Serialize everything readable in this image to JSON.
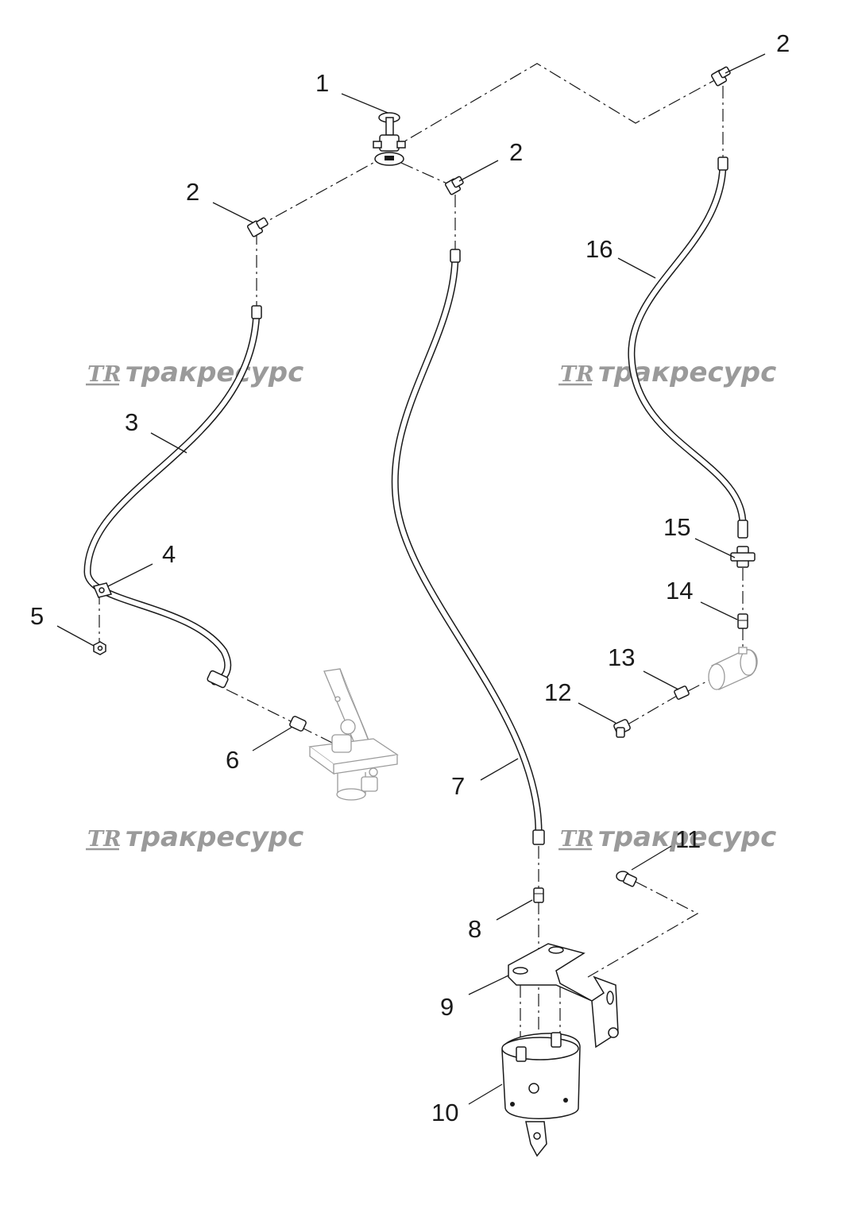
{
  "callouts": {
    "c1": "1",
    "c2a": "2",
    "c2b": "2",
    "c2c": "2",
    "c3": "3",
    "c4": "4",
    "c5": "5",
    "c6": "6",
    "c7": "7",
    "c8": "8",
    "c9": "9",
    "c10": "10",
    "c11": "11",
    "c12": "12",
    "c13": "13",
    "c14": "14",
    "c15": "15",
    "c16": "16"
  },
  "watermark": {
    "logo": "TR",
    "text": "тракресурс"
  },
  "colors": {
    "line": "#1a1a1a",
    "watermark": "#9a9a9a",
    "background": "#ffffff"
  }
}
